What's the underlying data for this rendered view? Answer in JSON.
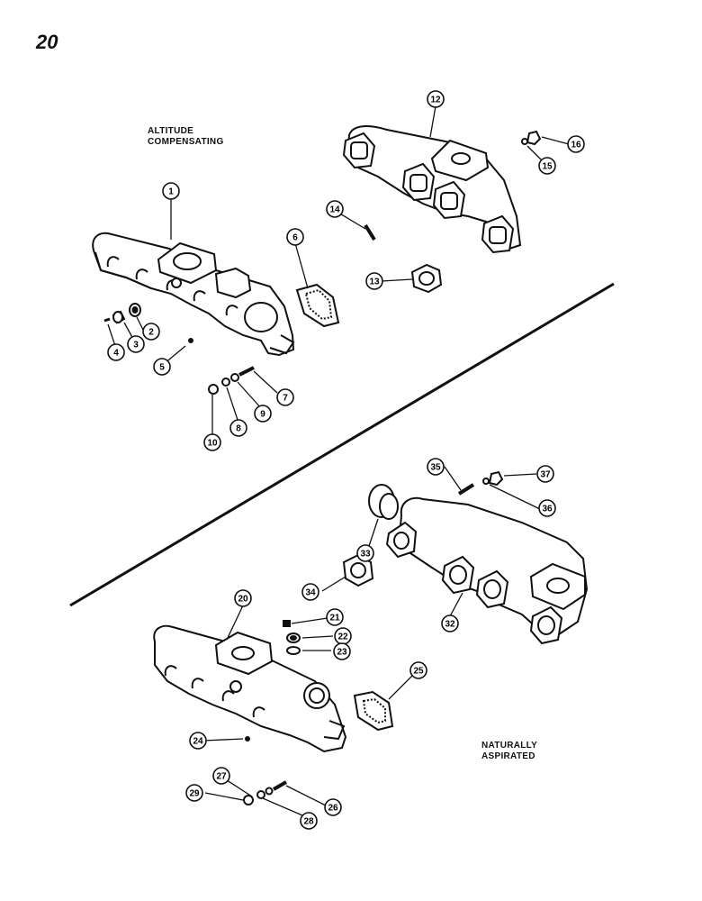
{
  "page_number": "20",
  "labels": {
    "altitude_1": "ALTITUDE",
    "altitude_2": "COMPENSATING",
    "natural_1": "NATURALLY",
    "natural_2": "ASPIRATED"
  },
  "callouts": [
    "1",
    "2",
    "3",
    "4",
    "5",
    "6",
    "7",
    "8",
    "9",
    "10",
    "12",
    "13",
    "14",
    "15",
    "16",
    "20",
    "21",
    "22",
    "23",
    "24",
    "25",
    "26",
    "27",
    "28",
    "29",
    "32",
    "33",
    "34",
    "35",
    "36",
    "37"
  ]
}
